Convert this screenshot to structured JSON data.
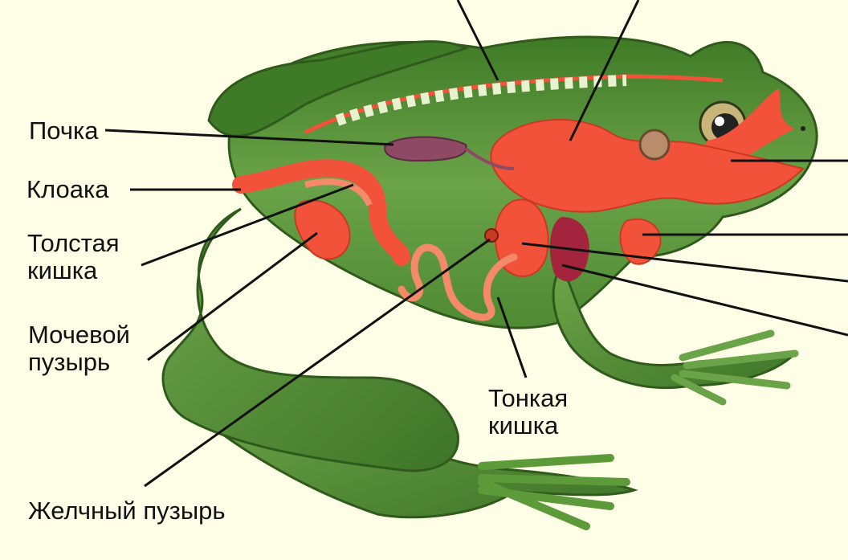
{
  "labels": {
    "kidney": "Почка",
    "cloaca": "Клоака",
    "large_intestine": "Толстая\nкишка",
    "bladder": "Мочевой\nпузырь",
    "small_intestine": "Тонкая\nкишка",
    "gallbladder": "Желчный пузырь"
  },
  "colors": {
    "background": "#fefee6",
    "body": "#5f9a3c",
    "organs": "#f2523a",
    "leader_line": "#111111"
  }
}
